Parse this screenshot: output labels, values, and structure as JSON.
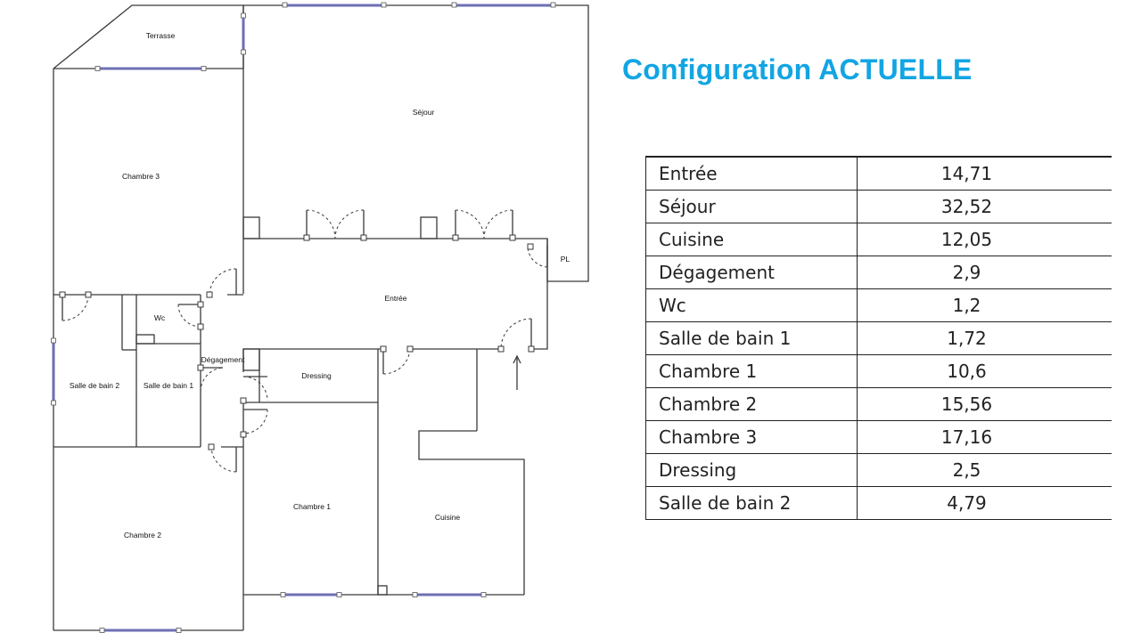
{
  "title": "Configuration ACTUELLE",
  "rooms": {
    "terrasse": "Terrasse",
    "sejour": "Séjour",
    "chambre3": "Chambre 3",
    "entree": "Entrée",
    "pl": "PL",
    "wc": "Wc",
    "sdb2": "Salle de bain 2",
    "sdb1": "Salle de bain 1",
    "degagement": "Dégagement",
    "dressing": "Dressing",
    "chambre1": "Chambre 1",
    "cuisine": "Cuisine",
    "chambre2": "Chambre 2"
  },
  "surfaces": [
    {
      "room": "Entrée",
      "area": "14,71"
    },
    {
      "room": "Séjour",
      "area": "32,52"
    },
    {
      "room": "Cuisine",
      "area": "12,05"
    },
    {
      "room": "Dégagement",
      "area": "2,9"
    },
    {
      "room": "Wc",
      "area": "1,2"
    },
    {
      "room": "Salle de bain 1",
      "area": "1,72"
    },
    {
      "room": "Chambre 1",
      "area": "10,6"
    },
    {
      "room": "Chambre 2",
      "area": "15,56"
    },
    {
      "room": "Chambre 3",
      "area": "17,16"
    },
    {
      "room": "Dressing",
      "area": "2,5"
    },
    {
      "room": "Salle de bain 2",
      "area": "4,79"
    }
  ]
}
